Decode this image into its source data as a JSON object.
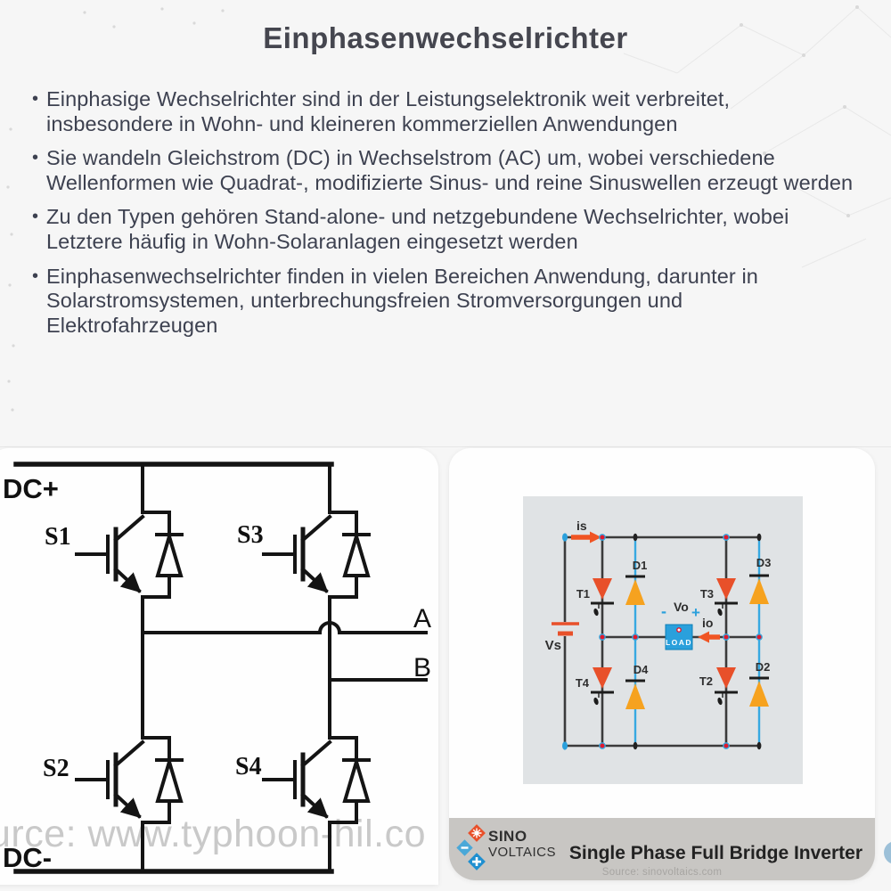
{
  "title": "Einphasenwechselrichter",
  "bullets": [
    "Einphasige Wechselrichter sind in der Leistungselektronik weit verbreitet, insbesondere in Wohn- und kleineren kommerziellen Anwendungen",
    "Sie wandeln Gleichstrom (DC) in Wechselstrom (AC) um, wobei verschiedene Wellenformen wie Quadrat-, modifizierte Sinus- und reine Sinuswellen erzeugt werden",
    "Zu den Typen gehören Stand-alone- und netzgebundene Wechselrichter, wobei Letztere häufig in Wohn-Solaranlagen eingesetzt werden",
    "Einphasenwechselrichter finden in vielen Bereichen Anwendung, darunter in Solarstromsystemen, unterbrechungsfreien Stromversorgungen und Elektrofahrzeugen"
  ],
  "left": {
    "dc_plus": "DC+",
    "dc_minus": "DC-",
    "s1": "S1",
    "s2": "S2",
    "s3": "S3",
    "s4": "S4",
    "a": "A",
    "b": "B",
    "watermark": "urce: www.typhoon-hil.co"
  },
  "right": {
    "is": "is",
    "io": "io",
    "vs": "Vs",
    "vo": "Vo",
    "minus": "-",
    "plus": "+",
    "load": "LOAD",
    "t1": "T1",
    "t2": "T2",
    "t3": "T3",
    "t4": "T4",
    "d1": "D1",
    "d2": "D2",
    "d3": "D3",
    "d4": "D4"
  },
  "footer": {
    "logo1": "SINO",
    "logo2": "VOLTAICS",
    "caption": "Single Phase Full Bridge Inverter",
    "source": "Source: sinovoltaics.com"
  },
  "colors": {
    "text": "#3d4150",
    "circuit_black": "#141414",
    "wire_dark": "#3b3b3b",
    "wire_blue": "#37a9e1",
    "transistor_orange": "#e8502a",
    "diode_yellow": "#f6a21f",
    "node_red": "#e0182d",
    "load_blue": "#2aa0dc",
    "watermark_gray": "#bcbcbc",
    "caption_bar_gray": "#c8c6c3"
  }
}
